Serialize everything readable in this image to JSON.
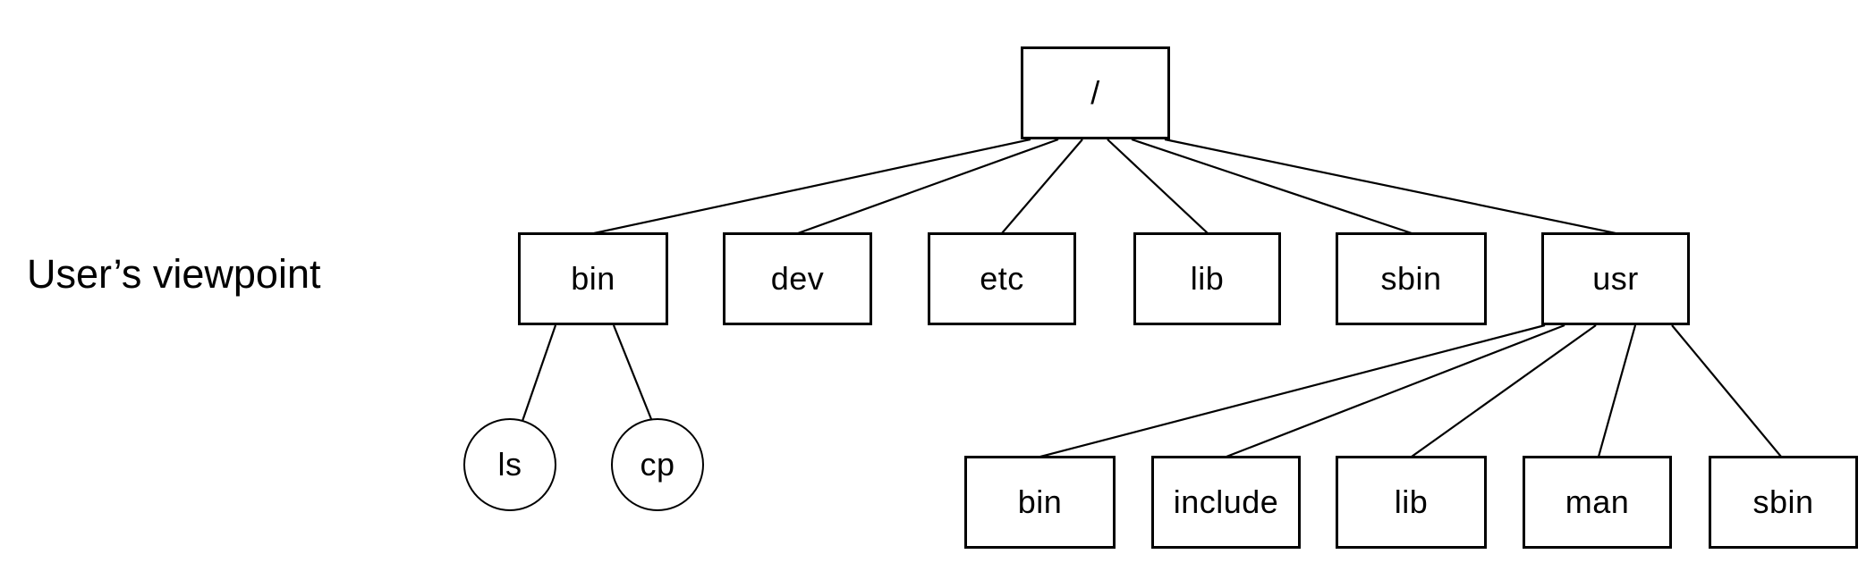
{
  "page": {
    "caption": "User’s viewpoint"
  },
  "colors": {
    "stroke": "#000000",
    "background": "#ffffff"
  },
  "tree": {
    "root": {
      "label": "/"
    },
    "level1": [
      {
        "label": "bin"
      },
      {
        "label": "dev"
      },
      {
        "label": "etc"
      },
      {
        "label": "lib"
      },
      {
        "label": "sbin"
      },
      {
        "label": "usr"
      }
    ],
    "bin_children": [
      {
        "label": "ls",
        "shape": "circle"
      },
      {
        "label": "cp",
        "shape": "circle"
      }
    ],
    "usr_children": [
      {
        "label": "bin"
      },
      {
        "label": "include"
      },
      {
        "label": "lib"
      },
      {
        "label": "man"
      },
      {
        "label": "sbin"
      }
    ]
  }
}
